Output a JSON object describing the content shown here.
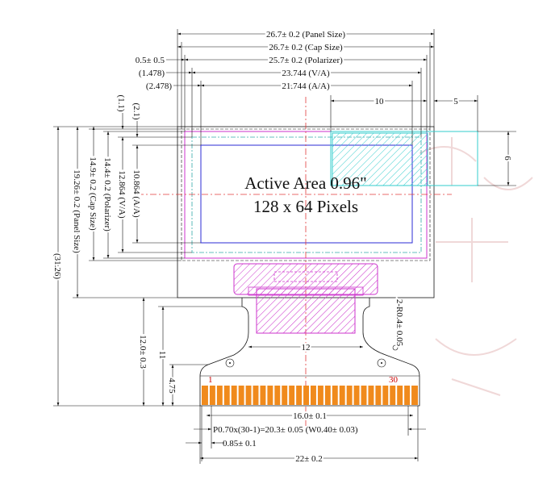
{
  "colors": {
    "outline": "#111111",
    "active_area": "#2b2bd6",
    "polarizer": "#cc33cc",
    "cyan_region": "#33cccc",
    "fpc_hatch": "#cc33cc",
    "pins": "#f08a1c",
    "centerline": "#e23b3b",
    "pin_label": "#cc0000"
  },
  "top_dims": {
    "panel_size": "26.7± 0.2 (Panel Size)",
    "cap_size": "26.7± 0.2 (Cap Size)",
    "polarizer": "25.7± 0.2 (Polarizer)",
    "va": "23.744 (V/A)",
    "aa": "21.744 (A/A)",
    "offset1": "0.5± 0.5",
    "offset2": "(1.478)",
    "offset3": "(2.478)",
    "ten": "10",
    "five": "5",
    "six": "6"
  },
  "left_dims": {
    "d11": "(1.1)",
    "d21": "(2.1)",
    "aa_h": "10.864 (A/A)",
    "va_h": "12.864 (V/A)",
    "pol_h": "14.4± 0.2 (Polarizer)",
    "cap_h": "14.9± 0.2 (Cap Size)",
    "panel_h": "19.26± 0.2 (Panel Size)",
    "total_h": "(31.26)",
    "fpc_len": "12.0± 0.3",
    "eleven": "11",
    "pin_len": "4.75"
  },
  "center": {
    "title": "Active Area 0.96\"",
    "resolution": "128 x 64 Pixels"
  },
  "fpc": {
    "width_12": "12",
    "radius": "2-R0.4± 0.05",
    "pin_first": "1",
    "pin_last": "30",
    "pin_span": "16.0± 0.1",
    "pitch": "P0.70x(30-1)=20.3± 0.05 (W0.40± 0.03)",
    "edge": "0.85± 0.1",
    "total_width": "22± 0.2"
  }
}
